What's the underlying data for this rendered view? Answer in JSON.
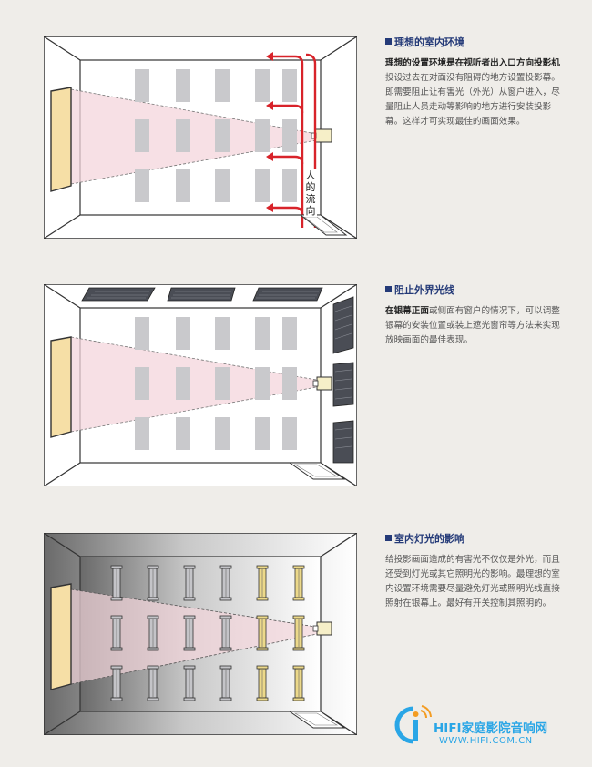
{
  "sections": [
    {
      "title": "理想的室内环境",
      "bold_text": "理想的设置环境是在视听者出入口方向投影机",
      "text": "投设过去在对面没有阻碍的地方设置投影幕。即需要阻止让有害光（外光）从窗户进入，尽量阻止人员走动等影响的地方进行安装投影幕。这样才可实现最佳的画面效果。",
      "flow_label": [
        "人",
        "的",
        "流",
        "向"
      ]
    },
    {
      "title": "阻止外界光线",
      "bold_text": "在银幕正面",
      "text": "或侧面有窗户的情况下，可以调整银幕的安装位置或装上遮光窗帘等方法来实现放映画面的最佳表现。"
    },
    {
      "title": "室内灯光的影响",
      "bold_text": "",
      "text": "给投影画面造成的有害光不仅仅是外光，而且还受到灯光或其它照明光的影响。最理想的室内设置环境需要尽量避免灯光或照明光线直接照射在银幕上。最好有开关控制其照明的。"
    }
  ],
  "logo": {
    "name": "HIFI家庭影院音响网",
    "url": "WWW.HIFI.COM.CN"
  },
  "colors": {
    "heading": "#243a78",
    "arrow": "#d8232a",
    "screen": "#f6dfa6",
    "logo": "#2aa6e6"
  }
}
